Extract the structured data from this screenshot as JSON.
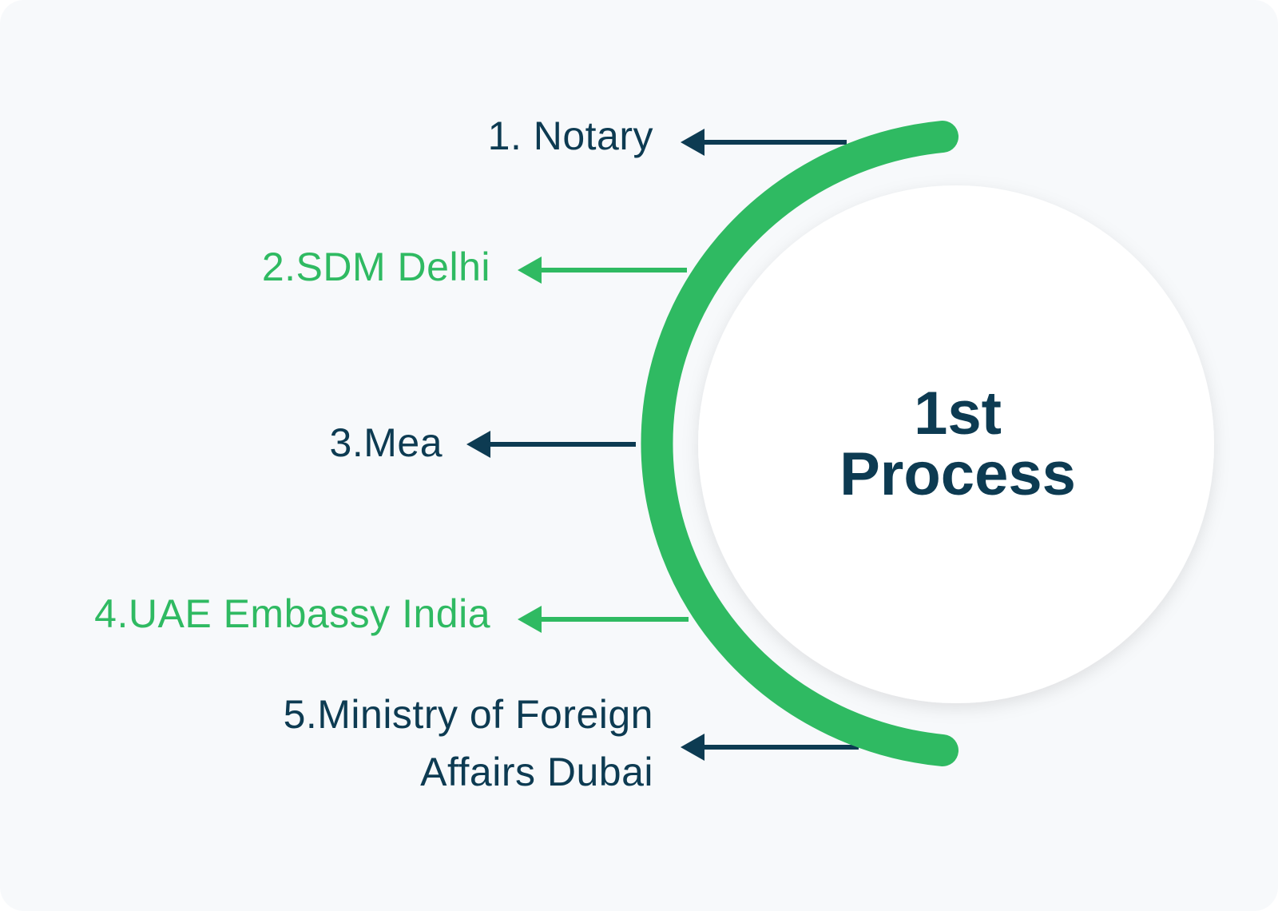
{
  "colors": {
    "dark": "#0d3b52",
    "green": "#2fba62",
    "card_bg": "#f7f9fb",
    "circle_bg": "#ffffff"
  },
  "center": {
    "line1": "1st",
    "line2": "Process"
  },
  "steps": [
    {
      "label": "1. Notary",
      "color": "dark"
    },
    {
      "label": "2.SDM Delhi",
      "color": "green"
    },
    {
      "label": "3.Mea",
      "color": "dark"
    },
    {
      "label": "4.UAE Embassy India",
      "color": "green"
    },
    {
      "label": "5.Ministry of Foreign Affairs Dubai",
      "color": "dark"
    }
  ]
}
